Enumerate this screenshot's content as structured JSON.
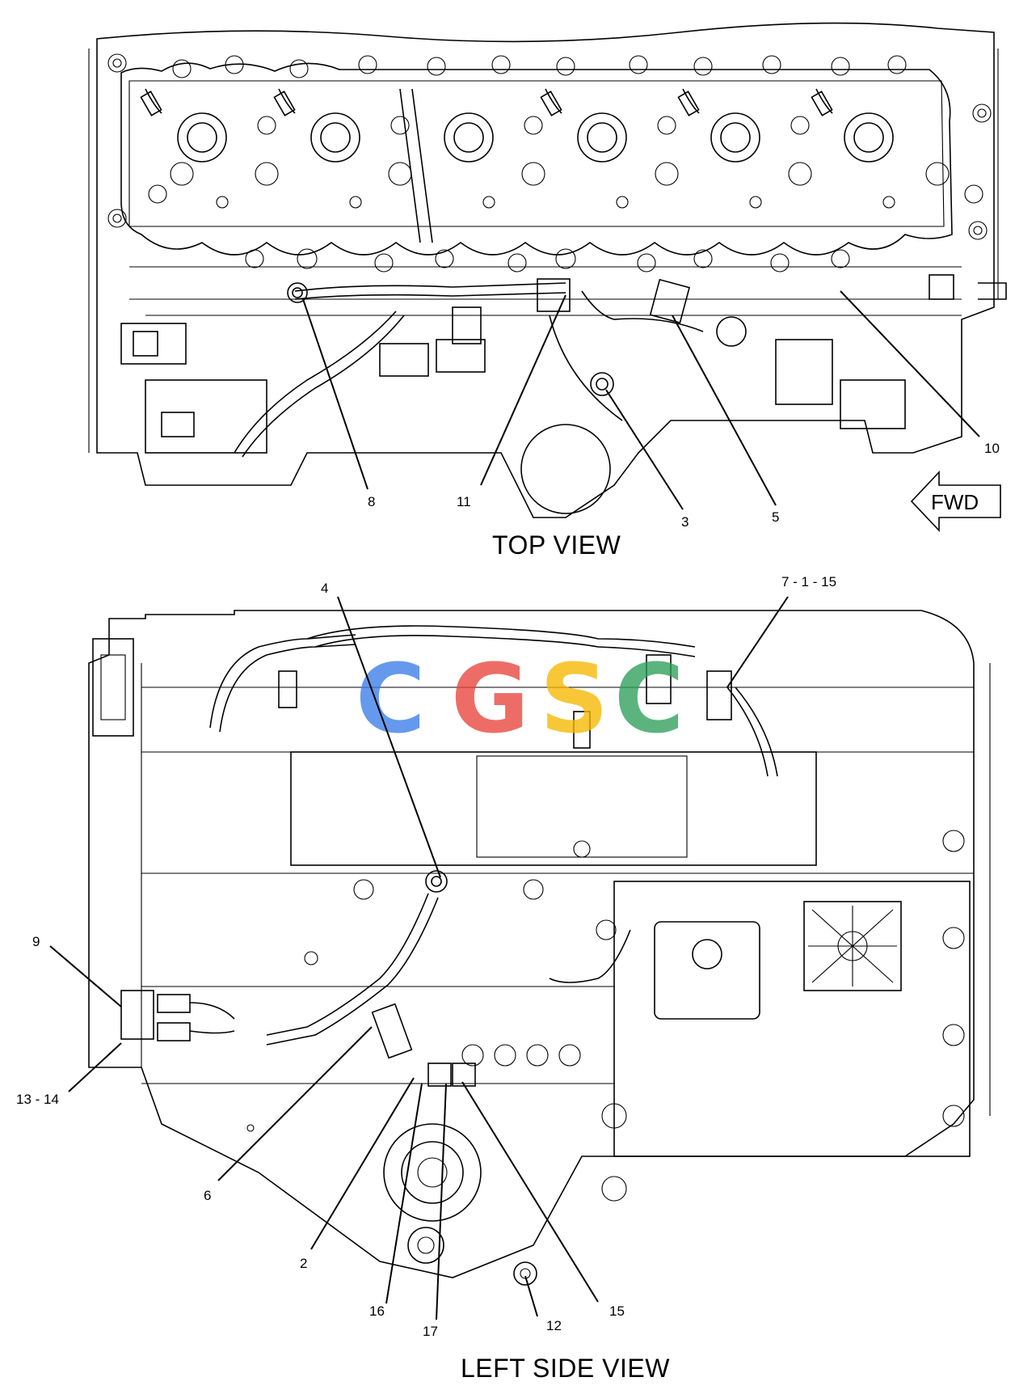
{
  "views": {
    "top": {
      "title": "TOP VIEW"
    },
    "left": {
      "title": "LEFT SIDE VIEW"
    }
  },
  "direction": {
    "label": "FWD"
  },
  "callouts": {
    "c8": "8",
    "c11": "11",
    "c3": "3",
    "c5": "5",
    "c10": "10",
    "c4": "4",
    "c7115": "7 - 1 - 15",
    "c9": "9",
    "c1314": "13 - 14",
    "c6": "6",
    "c2": "2",
    "c16": "16",
    "c17": "17",
    "c12": "12",
    "c15": "15"
  },
  "watermark": {
    "letters": [
      "C",
      "G",
      "S",
      "C"
    ],
    "colors": [
      "#3b7de8",
      "#e8453c",
      "#f5b800",
      "#2e9e5b"
    ]
  }
}
